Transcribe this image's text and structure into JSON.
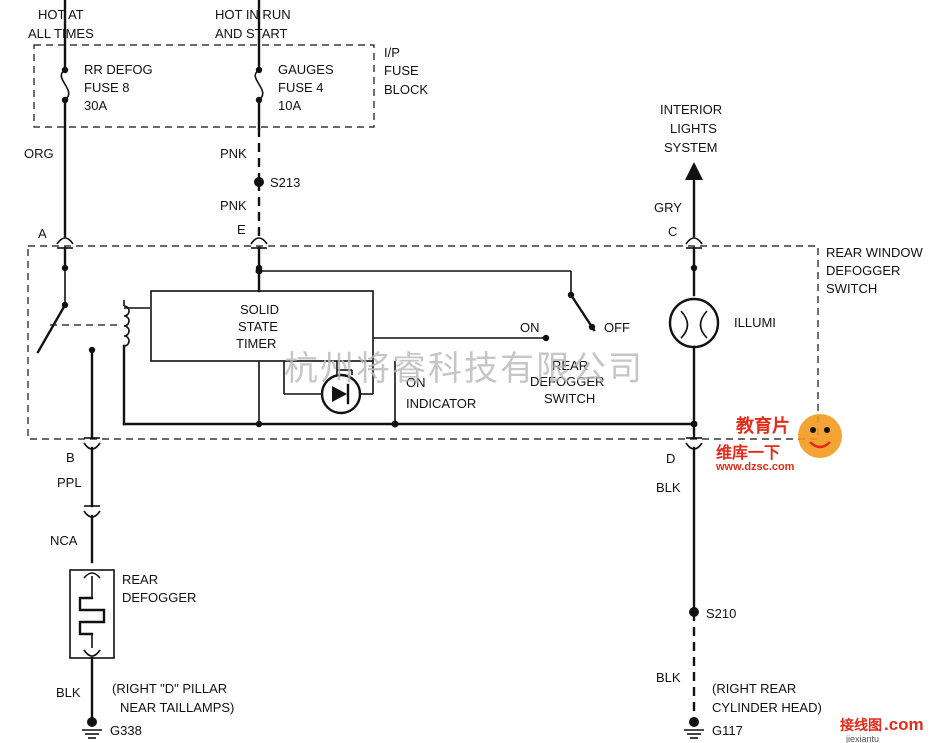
{
  "labels": {
    "hot_at_all_times": [
      "HOT AT",
      "ALL TIMES"
    ],
    "hot_in_run": [
      "HOT IN RUN",
      "AND START"
    ],
    "fuse_block": [
      "I/P",
      "FUSE",
      "BLOCK"
    ],
    "fuse8": [
      "RR DEFOG",
      "FUSE 8",
      "30A"
    ],
    "fuse4": [
      "GAUGES",
      "FUSE 4",
      "10A"
    ],
    "interior_lights": [
      "INTERIOR",
      "LIGHTS",
      "SYSTEM"
    ],
    "rear_window_switch": [
      "REAR WINDOW",
      "DEFOGGER",
      "SWITCH"
    ],
    "timer": [
      "SOLID",
      "STATE",
      "TIMER"
    ],
    "rear_defogger_switch": [
      "REAR",
      "DEFOGGER",
      "SWITCH"
    ],
    "on_indicator": [
      "ON",
      "INDICATOR"
    ],
    "on": "ON",
    "off": "OFF",
    "illum": "ILLUMI",
    "rear_defogger": [
      "REAR",
      "DEFOGGER"
    ],
    "right_d_pillar": [
      "(RIGHT \"D\" PILLAR",
      "NEAR TAILLAMPS)"
    ],
    "right_rear_cyl": [
      "(RIGHT REAR",
      "CYLINDER HEAD)"
    ]
  },
  "wires": {
    "org": "ORG",
    "pnk_top": "PNK",
    "pnk_bottom": "PNK",
    "gry": "GRY",
    "ppl": "PPL",
    "nca": "NCA",
    "blk_left": "BLK",
    "blk_right_top": "BLK",
    "blk_right_bottom": "BLK"
  },
  "connectors": {
    "a": "A",
    "e": "E",
    "c": "C",
    "b": "B",
    "d": "D"
  },
  "splices": {
    "s213": "S213",
    "s210": "S210"
  },
  "grounds": {
    "g338": "G338",
    "g117": "G117"
  },
  "watermarks": {
    "company": "杭州将睿科技有限公司",
    "jiexian_cn": "接线图",
    "jiexian_com": ".com",
    "jiexian_url": "jiexiantu",
    "logo_cn": "维库一下",
    "logo_url": "www.dzsc.com",
    "logo_tag": "教育片"
  },
  "colors": {
    "line": "#111111",
    "watermark": "#b0b0b0",
    "logo_red": "#e32b1a",
    "logo_orange": "#f39a1e"
  }
}
